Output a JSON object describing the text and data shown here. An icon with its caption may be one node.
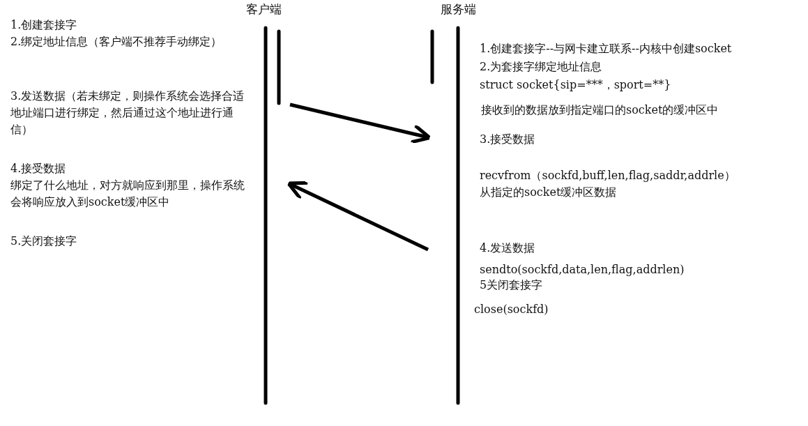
{
  "diagram": {
    "nodes": [
      {
        "text": [
          "客户端"
        ]
      },
      {
        "text": [
          "服务端"
        ]
      }
    ],
    "edges": [
      {
        "from": 0,
        "to": 1,
        "arrow": "to"
      },
      {
        "from": 1,
        "to": 0,
        "arrow": "to"
      }
    ],
    "labels": [
      "1.创建套接字",
      "2.绑定地址信息（客户端不推荐手动绑定）",
      "3.发送数据（若未绑定，则操作系统会选择合适地址端口进行绑定，然后通过这个地址进行通信）",
      "4.接受数据",
      "绑定了什么地址，对方就响应到那里，操作系统会将响应放入到socket缓冲区中",
      "5.关闭套接字",
      "1.创建套接字--与网卡建立联系--内核中创建socket",
      "2.为套接字绑定地址信息",
      "struct socket{sip=***，sport=**}",
      "接收到的数据放到指定端口的socket的缓冲区中",
      "3.接受数据",
      "recvfrom（sockfd,buff,len,flag,saddr,addrle）",
      "从指定的socket缓冲区数据",
      "4.发送数据",
      "sendto(sockfd,data,len,flag,addrlen)",
      "5关闭套接字",
      "close(sockfd)"
    ]
  }
}
